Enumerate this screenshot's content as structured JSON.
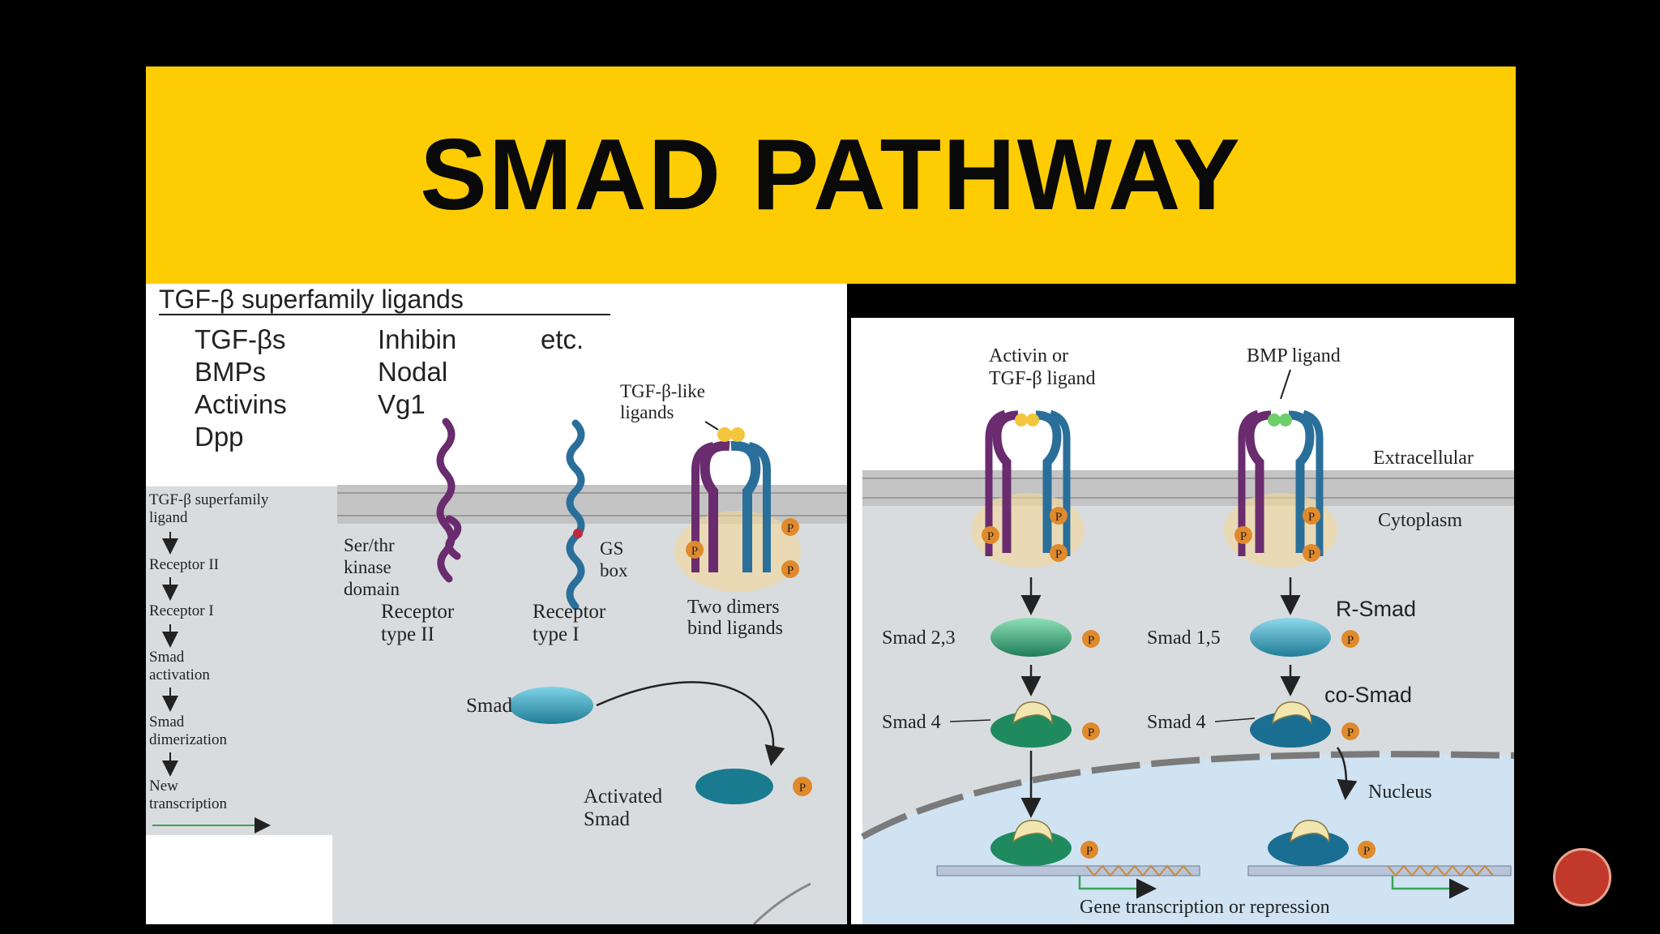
{
  "slide": {
    "title": "SMAD PATHWAY"
  },
  "left_figure": {
    "heading": "TGF-β superfamily ligands",
    "ligand_col1": [
      "TGF-βs",
      "BMPs",
      "Activins",
      "Dpp"
    ],
    "ligand_col2": [
      "Inhibin",
      "Nodal",
      "Vg1"
    ],
    "ligand_col3": [
      "etc."
    ],
    "steps": {
      "s1a": "TGF-β superfamily",
      "s1b": "ligand",
      "s2": "Receptor II",
      "s3": "Receptor I",
      "s4a": "Smad",
      "s4b": "activation",
      "s5a": "Smad",
      "s5b": "dimerization",
      "s6a": "New",
      "s6b": "transcription"
    },
    "labels": {
      "ser_thr_1": "Ser/thr",
      "ser_thr_2": "kinase",
      "ser_thr_3": "domain",
      "gs_1": "GS",
      "gs_2": "box",
      "rec2_1": "Receptor",
      "rec2_2": "type II",
      "rec1_1": "Receptor",
      "rec1_2": "type I",
      "tgf_like_1": "TGF-β-like",
      "tgf_like_2": "ligands",
      "dimers_1": "Two dimers",
      "dimers_2": "bind ligands",
      "smad": "Smad",
      "activated_1": "Activated",
      "activated_2": "Smad",
      "p": "P"
    }
  },
  "right_figure": {
    "activin_1": "Activin or",
    "activin_2": "TGF-β ligand",
    "bmp": "BMP ligand",
    "extracellular": "Extracellular",
    "cytoplasm": "Cytoplasm",
    "smad23": "Smad 2,3",
    "smad15": "Smad 1,5",
    "rsmad": "R-Smad",
    "smad4_left": "Smad 4",
    "smad4_right": "Smad 4",
    "cosmad": "co-Smad",
    "nucleus": "Nucleus",
    "gene": "Gene transcription or repression",
    "p": "P"
  },
  "colors": {
    "banner": "#FECC03",
    "membrane": "#b8b8b8",
    "receptor_purple": "#6a2c6e",
    "receptor_blue": "#2a6f9a",
    "smad_teal": "#2c8fa6",
    "smad_green": "#2e9a6a",
    "phosphate": "#e08a2c",
    "nucleus_fill": "#cfe3f2",
    "page_button": "#C0392B"
  }
}
